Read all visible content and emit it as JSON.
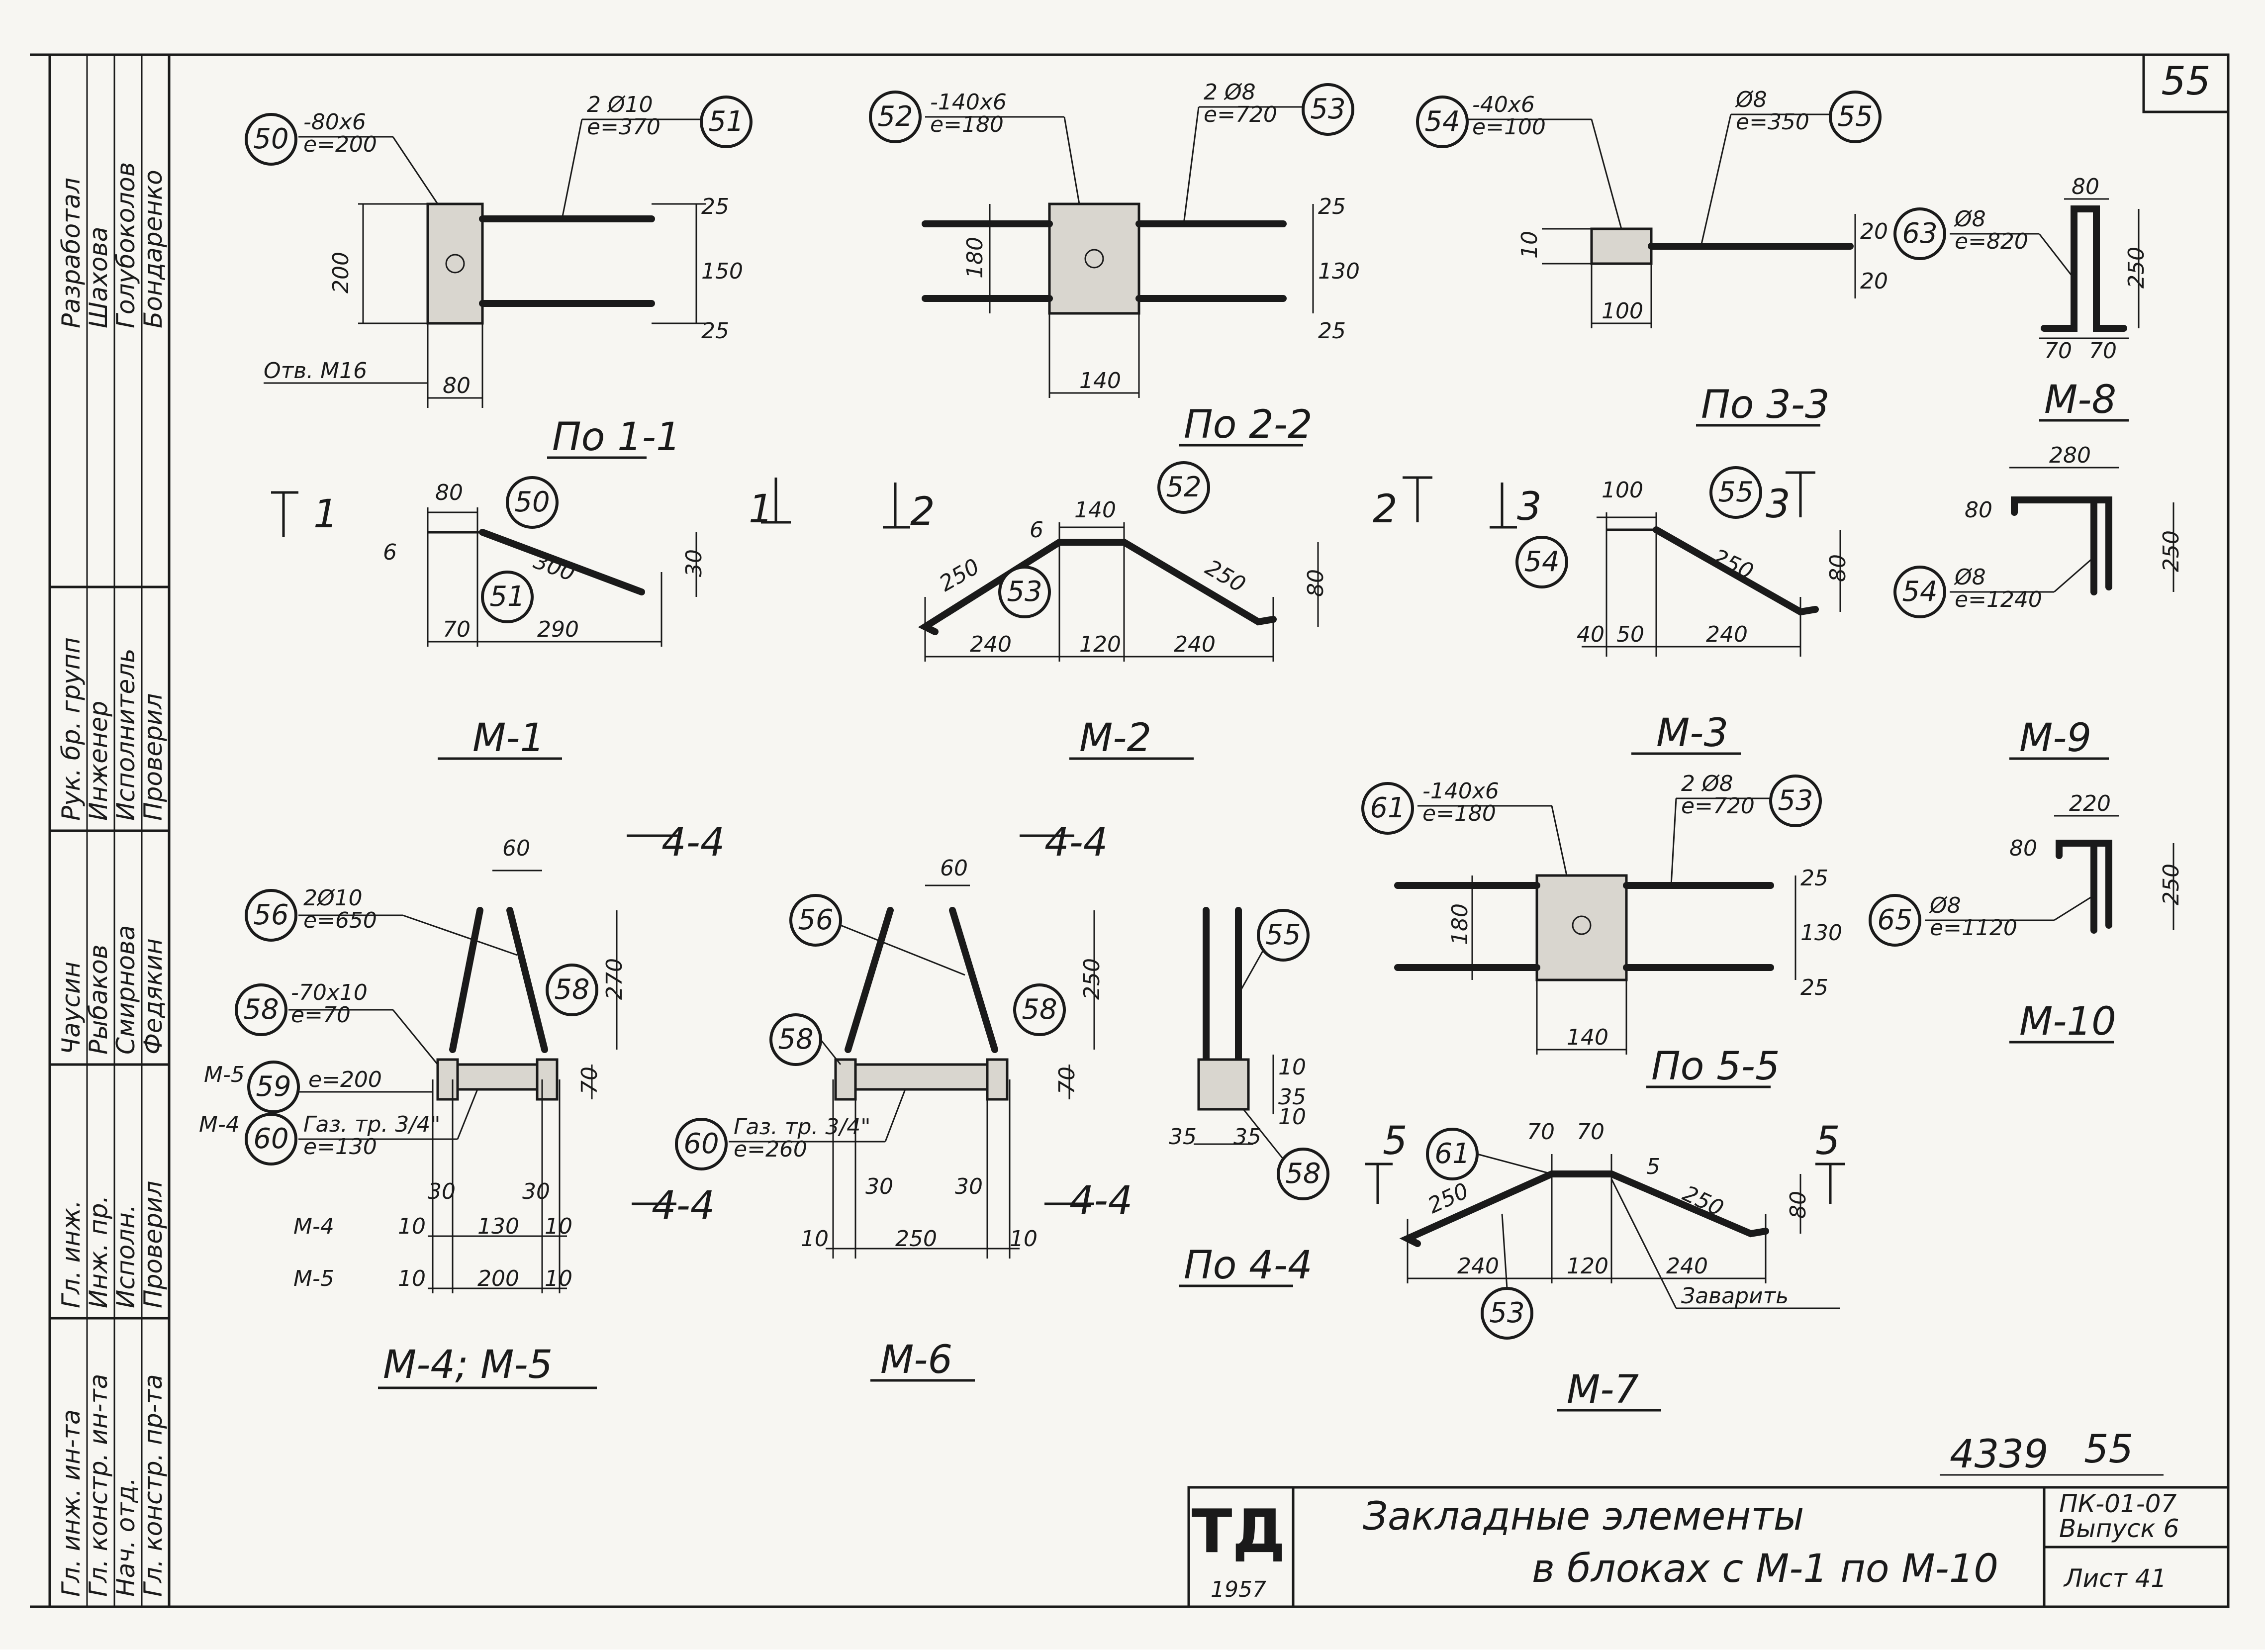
{
  "sheet_number": "55",
  "mark_circles": [
    "50",
    "51",
    "52",
    "53",
    "54",
    "55",
    "63",
    "56",
    "58",
    "59",
    "60",
    "61",
    "65"
  ],
  "views": {
    "m1": {
      "circle_plate": "50",
      "plate_spec_1": "-80x6",
      "plate_spec_2": "e=200",
      "circle_bar": "51",
      "bar_spec_1": "2 Ø10",
      "bar_spec_2": "e=370",
      "hole": "Отв. М16",
      "dim_200": "200",
      "dim_80": "80",
      "dim_25": "25",
      "dim_150": "150",
      "dim_25b": "25",
      "section_label": "По 1-1",
      "side_dim_80": "80",
      "side_dim_6": "6",
      "side_dim_300": "300",
      "side_dim_30": "30",
      "side_dim_70": "70",
      "side_dim_290": "290",
      "cut_left": "1",
      "cut_right": "1",
      "title": "М-1"
    },
    "m2": {
      "circle_plate": "52",
      "plate_spec_1": "-140x6",
      "plate_spec_2": "e=180",
      "circle_bar": "53",
      "bar_spec_1": "2 Ø8",
      "bar_spec_2": "e=720",
      "dim_180": "180",
      "dim_140": "140",
      "dim_25": "25",
      "dim_130": "130",
      "dim_25b": "25",
      "section_label": "По 2-2",
      "dim_140b": "140",
      "dim_6": "6",
      "dim_250a": "250",
      "dim_250b": "250",
      "dim_80": "80",
      "dim_240a": "240",
      "dim_120": "120",
      "dim_240b": "240",
      "cut_left": "2",
      "cut_right": "2",
      "title": "М-2"
    },
    "m3": {
      "circle_plate": "54",
      "plate_spec_1": "-40x6",
      "plate_spec_2": "e=100",
      "circle_bar": "55",
      "bar_spec_1": "Ø8",
      "bar_spec_2": "e=350",
      "dim_10": "10",
      "dim_20a": "20",
      "dim_20b": "20",
      "dim_100": "100",
      "section_label": "По 3-3",
      "dim_100b": "100",
      "dim_250": "250",
      "dim_80": "80",
      "dim_40": "40",
      "dim_50": "50",
      "dim_240": "240",
      "cut_left": "3",
      "cut_right": "3",
      "title": "М-3"
    },
    "m8": {
      "circle": "63",
      "spec_1": "Ø8",
      "spec_2": "e=820",
      "dim_80": "80",
      "dim_250": "250",
      "dim_70a": "70",
      "dim_70b": "70",
      "title": "М-8"
    },
    "m9": {
      "circle": "54",
      "spec_1": "Ø8",
      "spec_2": "e=1240",
      "dim_280": "280",
      "dim_80": "80",
      "dim_250": "250",
      "title": "М-9"
    },
    "m10": {
      "circle": "65",
      "spec_1": "Ø8",
      "spec_2": "e=1120",
      "dim_220": "220",
      "dim_80": "80",
      "dim_250": "250",
      "title": "М-10"
    },
    "m45": {
      "circle_bar": "56",
      "bar_spec_1": "2Ø10",
      "bar_spec_2": "e=650",
      "circle_plate": "58",
      "plate_spec_1": "-70x10",
      "plate_spec_2": "e=70",
      "m5_label": "М-5",
      "circle_59": "59",
      "spec_59": "e=200",
      "m4_label": "М-4",
      "circle_60": "60",
      "spec_60_1": "Газ. тр. 3/4\"",
      "spec_60_2": "e=130",
      "dim_60": "60",
      "dim_270": "270",
      "dim_70": "70",
      "dim_30a": "30",
      "dim_30b": "30",
      "row_m4": "М-4",
      "m4_10a": "10",
      "m4_130": "130",
      "m4_10b": "10",
      "row_m5": "М-5",
      "m5_10a": "10",
      "m5_200": "200",
      "m5_10b": "10",
      "cut": "4-4",
      "title": "М-4; М-5"
    },
    "m6": {
      "circle_bar": "56",
      "circle_plate_a": "58",
      "circle_plate_b": "58",
      "circle_60": "60",
      "spec_60_1": "Газ. тр. 3/4\"",
      "spec_60_2": "e=260",
      "dim_60": "60",
      "dim_250": "250",
      "dim_70": "70",
      "dim_30a": "30",
      "dim_30b": "30",
      "dim_10a": "10",
      "dim_250b": "250",
      "dim_10b": "10",
      "cut_top": "4-4",
      "cut_bottom": "4-4",
      "title": "М-6"
    },
    "s44": {
      "circle_top": "55",
      "circle_bottom": "58",
      "dim_10": "10",
      "dim_35": "35",
      "dim_10b": "10",
      "dim_35a": "35",
      "dim_35b": "35",
      "section_label": "По 4-4"
    },
    "m7": {
      "circle_plate": "61",
      "plate_spec_1": "-140x6",
      "plate_spec_2": "e=180",
      "circle_bar": "53",
      "bar_spec_1": "2 Ø8",
      "bar_spec_2": "e=720",
      "dim_180": "180",
      "dim_130": "130",
      "dim_25a": "25",
      "dim_25b": "25",
      "dim_140": "140",
      "section_label": "По 5-5",
      "dim_70a": "70",
      "dim_70b": "70",
      "dim_5": "5",
      "dim_250a": "250",
      "dim_250b": "250",
      "dim_80": "80",
      "dim_240a": "240",
      "dim_120": "120",
      "dim_240b": "240",
      "note": "Заварить",
      "circle_bottom": "53",
      "cut_left": "5",
      "cut_right": "5",
      "title": "М-7"
    }
  },
  "left_column": {
    "row1": [
      "Разработал",
      "Шахова",
      "Голубоколов",
      "Бондаренко"
    ],
    "row2": [
      "Рук. бр. групп",
      "Инженер",
      "Исполнитель",
      "Проверил"
    ],
    "row3": [
      "Чаусин",
      "Рыбаков",
      "Смирнова",
      "Федякин"
    ],
    "row4": [
      "Гл. инж.",
      "Инж. пр.",
      "Исполн.",
      "Проверил"
    ],
    "row5": [
      "Гл. инж. ин-та",
      "Гл. констр. ин-та",
      "Нач. отд.",
      "Гл. констр. пр-та"
    ]
  },
  "title_block": {
    "logo": "ТД",
    "year": "1957",
    "doc_code": "4339",
    "doc_num": "55",
    "title_line1": "Закладные элементы",
    "title_line2": "в блоках с М-1 по М-10",
    "series": "ПК-01-07",
    "issue": "Выпуск 6",
    "sheet_label": "Лист 41"
  }
}
